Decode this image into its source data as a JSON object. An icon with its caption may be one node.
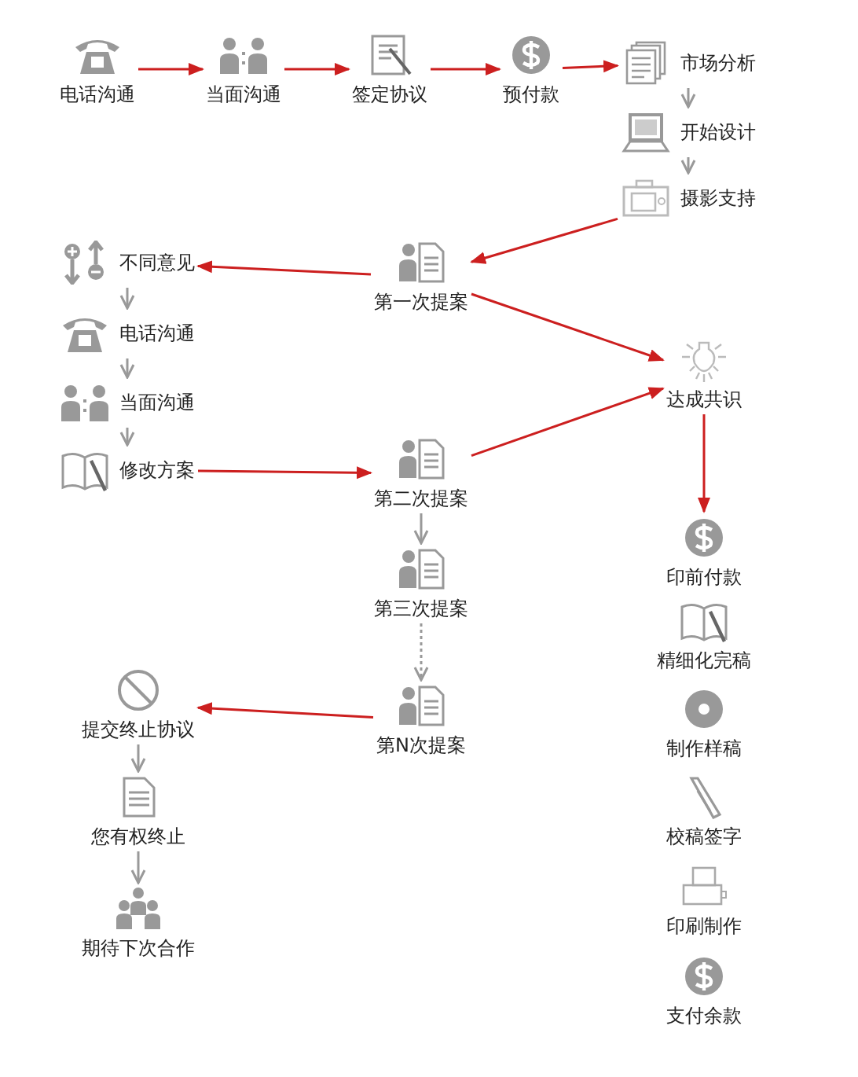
{
  "diagram": {
    "nodes": [
      {
        "text": [
          "电话沟通"
        ]
      },
      {
        "text": [
          "当面沟通"
        ]
      },
      {
        "text": [
          "签定协议"
        ]
      },
      {
        "text": [
          "预付款"
        ]
      },
      {
        "text": [
          "市场分析"
        ]
      },
      {
        "text": [
          "开始设计"
        ]
      },
      {
        "text": [
          "摄影支持"
        ]
      },
      {
        "text": [
          "第一次提案"
        ]
      },
      {
        "text": [
          "不同意见"
        ]
      },
      {
        "text": [
          "电话沟通"
        ]
      },
      {
        "text": [
          "当面沟通"
        ]
      },
      {
        "text": [
          "修改方案"
        ]
      },
      {
        "text": [
          "第二次提案"
        ]
      },
      {
        "text": [
          "第三次提案"
        ]
      },
      {
        "text": [
          "第N次提案"
        ]
      },
      {
        "text": [
          "提交终止协议"
        ]
      },
      {
        "text": [
          "您有权终止"
        ]
      },
      {
        "text": [
          "期待下次合作"
        ]
      },
      {
        "text": [
          "达成共识"
        ]
      },
      {
        "text": [
          "印前付款"
        ]
      },
      {
        "text": [
          "精细化完稿"
        ]
      },
      {
        "text": [
          "制作样稿"
        ]
      },
      {
        "text": [
          "校稿签字"
        ]
      },
      {
        "text": [
          "印刷制作"
        ]
      },
      {
        "text": [
          "支付余款"
        ]
      }
    ],
    "edges": [
      {
        "from": 0,
        "to": 1,
        "arrow": "to"
      },
      {
        "from": 1,
        "to": 2,
        "arrow": "to"
      },
      {
        "from": 2,
        "to": 3,
        "arrow": "to"
      },
      {
        "from": 3,
        "to": 4,
        "arrow": "to"
      },
      {
        "from": 4,
        "to": 5,
        "arrow": "to",
        "color": "#999999"
      },
      {
        "from": 5,
        "to": 6,
        "arrow": "to",
        "color": "#999999"
      },
      {
        "from": 6,
        "to": 7,
        "arrow": "to"
      },
      {
        "from": 7,
        "to": 8,
        "arrow": "to"
      },
      {
        "from": 7,
        "to": 18,
        "arrow": "to"
      },
      {
        "from": 8,
        "to": 9,
        "arrow": "to",
        "color": "#999999"
      },
      {
        "from": 9,
        "to": 10,
        "arrow": "to",
        "color": "#999999"
      },
      {
        "from": 10,
        "to": 11,
        "arrow": "to",
        "color": "#999999"
      },
      {
        "from": 11,
        "to": 12,
        "arrow": "to"
      },
      {
        "from": 12,
        "to": 13,
        "arrow": "to",
        "color": "#999999"
      },
      {
        "from": 13,
        "to": 14,
        "arrow": "to",
        "style": "dashed",
        "color": "#999999"
      },
      {
        "from": 12,
        "to": 18,
        "arrow": "to"
      },
      {
        "from": 14,
        "to": 15,
        "arrow": "to"
      },
      {
        "from": 15,
        "to": 16,
        "arrow": "to",
        "color": "#999999"
      },
      {
        "from": 16,
        "to": 17,
        "arrow": "to",
        "color": "#999999"
      },
      {
        "from": 18,
        "to": 19,
        "arrow": "to"
      }
    ]
  }
}
